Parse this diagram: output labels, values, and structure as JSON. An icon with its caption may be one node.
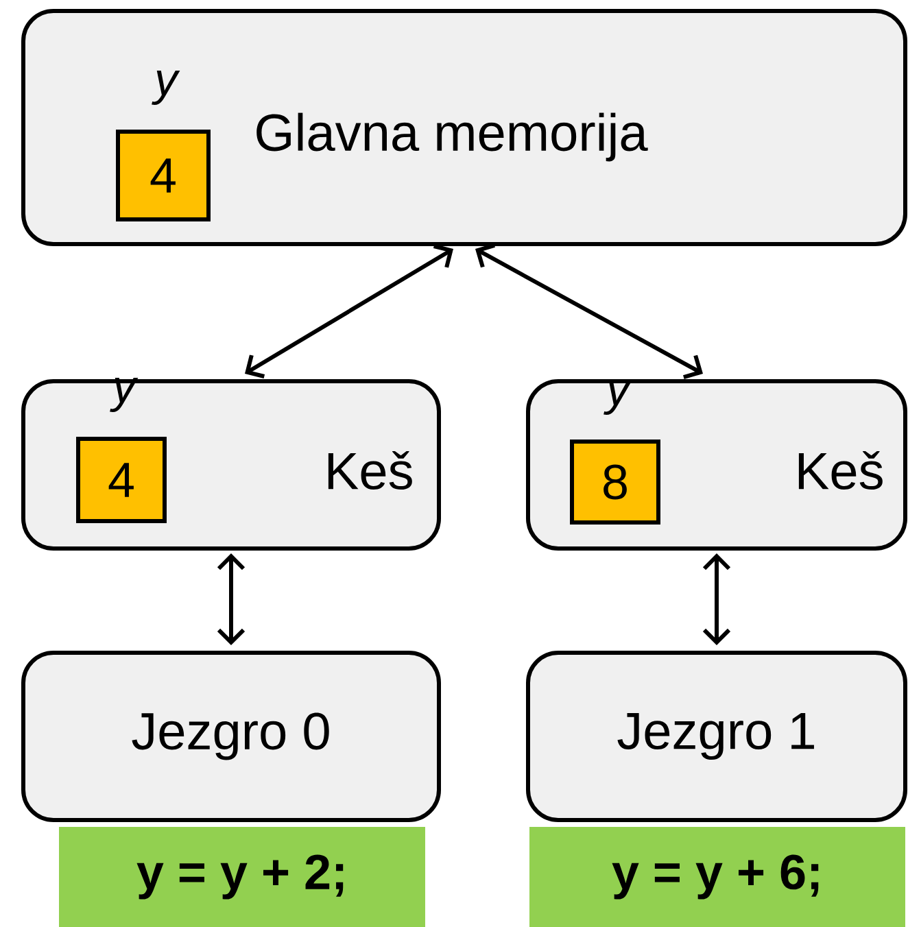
{
  "diagram": {
    "nodes": [
      {
        "text": [
          "Glavna memorija"
        ]
      },
      {
        "text": [
          "4"
        ],
        "in": 0,
        "beside": [
          "y"
        ]
      },
      {
        "text": [
          "Keš"
        ]
      },
      {
        "text": [
          "4"
        ],
        "in": 2,
        "beside": [
          "y"
        ]
      },
      {
        "text": [
          "Keš"
        ]
      },
      {
        "text": [
          "8"
        ],
        "in": 4,
        "beside": [
          "y"
        ]
      },
      {
        "text": [
          "Jezgro 0"
        ]
      },
      {
        "text": [
          "Jezgro 1"
        ]
      },
      {
        "text": [
          "**y = y + 2;**"
        ]
      },
      {
        "text": [
          "**y = y + 6;**"
        ]
      }
    ],
    "edges": [
      {
        "from": 0,
        "to": 2,
        "arrow": "both"
      },
      {
        "from": 0,
        "to": 4,
        "arrow": "both"
      },
      {
        "from": 2,
        "to": 6,
        "arrow": "both"
      },
      {
        "from": 4,
        "to": 7,
        "arrow": "both"
      }
    ]
  }
}
